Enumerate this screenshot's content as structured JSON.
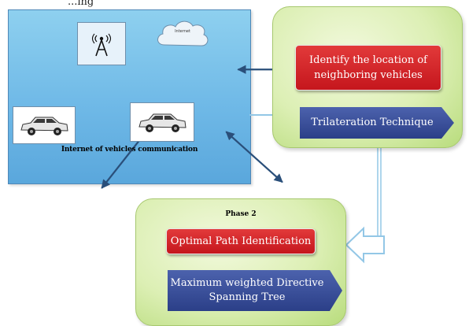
{
  "top_clip_text": "...ing",
  "iov": {
    "caption": "Internet of vehicles communication",
    "cloud_label": "Internet",
    "tower_icon": "antenna-tower-icon",
    "car_icon": "car-icon"
  },
  "phase1": {
    "title": "",
    "task": "Identify the location of neighboring vehicles",
    "technique": "Trilateration Technique"
  },
  "phase2": {
    "title": "Phase 2",
    "task": "Optimal Path Identification",
    "technique": "Maximum weighted Directive Spanning Tree"
  },
  "colors": {
    "panel_blue": "#6fb9e7",
    "phase_green": "#dcefb4",
    "task_red": "#c5161d",
    "technique_navy": "#2b3f88",
    "connector": "#93c7e6"
  }
}
